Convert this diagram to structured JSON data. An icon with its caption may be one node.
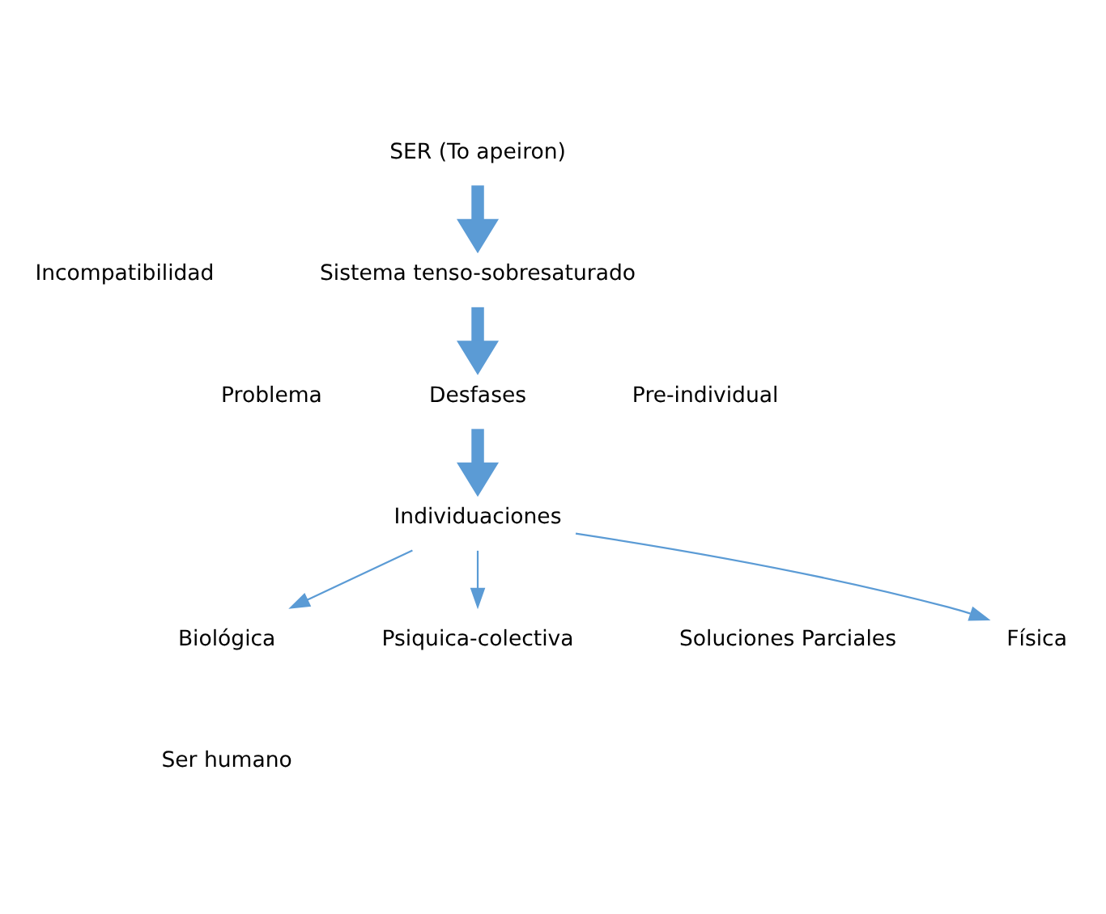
{
  "diagram": {
    "nodes": [
      {
        "text": [
          "SER (To apeiron)"
        ]
      },
      {
        "text": [
          "Sistema tenso-sobresaturado"
        ]
      },
      {
        "text": [
          "Desfases"
        ]
      },
      {
        "text": [
          "Individuaciones"
        ]
      },
      {
        "text": [
          "Física"
        ]
      },
      {
        "text": [
          "Biológica"
        ]
      },
      {
        "text": [
          "Psiquica-colectiva"
        ]
      }
    ],
    "edges": [
      {
        "from": 0,
        "to": 1,
        "arrow": "to",
        "style": "thick"
      },
      {
        "from": 1,
        "to": 2,
        "arrow": "to",
        "style": "thick"
      },
      {
        "from": 2,
        "to": 3,
        "arrow": "to",
        "style": "thick"
      },
      {
        "from": 3,
        "to": 4,
        "arrow": "to"
      },
      {
        "from": 3,
        "to": 5,
        "arrow": "to"
      },
      {
        "from": 3,
        "to": 6,
        "arrow": "to"
      }
    ],
    "labels": [
      "Incompatibilidad",
      "Pre-individual",
      "Problema",
      "Soluciones Parciales",
      "Ser humano"
    ]
  }
}
